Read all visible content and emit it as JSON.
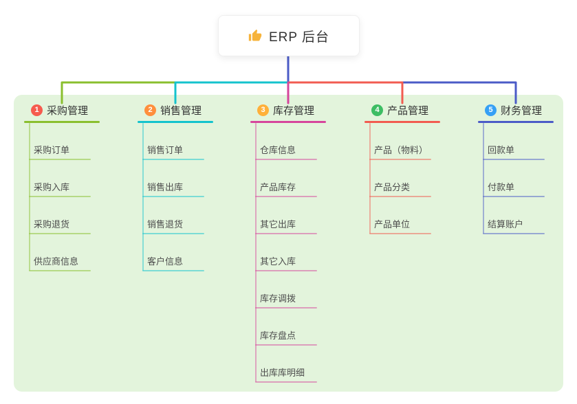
{
  "root": {
    "label": "ERP 后台",
    "icon": "thumbs-up-icon",
    "icon_color": "#f6b33b"
  },
  "colors": {
    "panel": "#e3f4dc",
    "header_text": "#333333",
    "child_text": "#4d4d4d",
    "root_stem": "#4b5bc7"
  },
  "branches": [
    {
      "badge": "1",
      "label": "采购管理",
      "badge_color": "#f65b4e",
      "line_color": "#8abf2e",
      "children": [
        "采购订单",
        "采购入库",
        "采购退货",
        "供应商信息"
      ]
    },
    {
      "badge": "2",
      "label": "销售管理",
      "badge_color": "#ff8f3c",
      "line_color": "#14c3cd",
      "children": [
        "销售订单",
        "销售出库",
        "销售退货",
        "客户信息"
      ]
    },
    {
      "badge": "3",
      "label": "库存管理",
      "badge_color": "#ffb03a",
      "line_color": "#d6459c",
      "children": [
        "仓库信息",
        "产品库存",
        "其它出库",
        "其它入库",
        "库存调拨",
        "库存盘点",
        "出库库明细"
      ]
    },
    {
      "badge": "4",
      "label": "产品管理",
      "badge_color": "#3dbd63",
      "line_color": "#f25b50",
      "children": [
        "产品（物料）",
        "产品分类",
        "产品单位"
      ]
    },
    {
      "badge": "5",
      "label": "财务管理",
      "badge_color": "#36a0f5",
      "line_color": "#4b5bc7",
      "children": [
        "回款单",
        "付款单",
        "结算账户"
      ]
    }
  ]
}
